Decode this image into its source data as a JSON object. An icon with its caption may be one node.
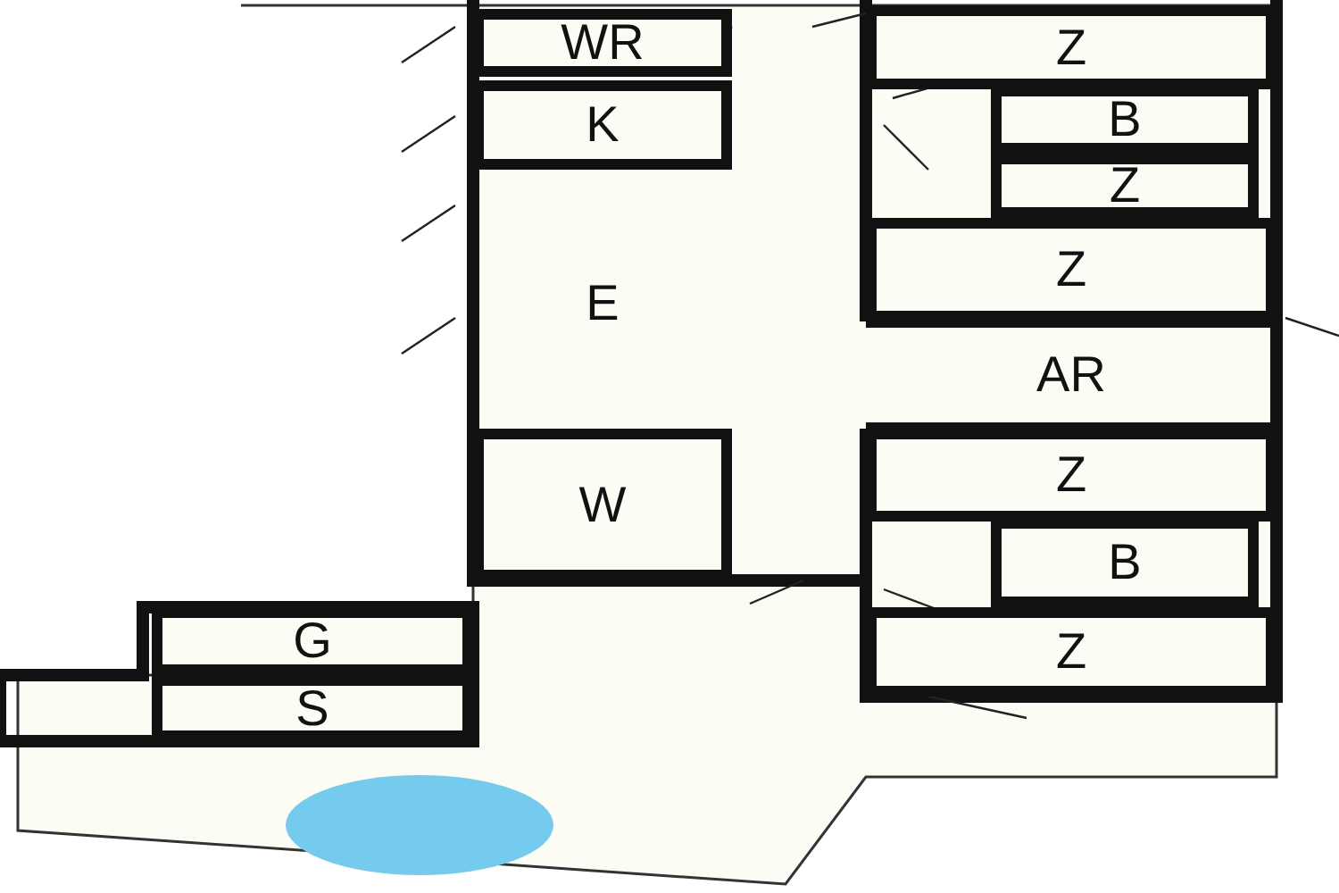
{
  "diagram": {
    "nodes": [
      {
        "text": [
          "WR"
        ]
      },
      {
        "text": [
          "Z"
        ]
      },
      {
        "text": [
          "B"
        ]
      },
      {
        "text": [
          "K"
        ]
      },
      {
        "text": [
          "Z"
        ]
      },
      {
        "text": [
          "E"
        ]
      },
      {
        "text": [
          "Z"
        ]
      },
      {
        "text": [
          "AR"
        ]
      },
      {
        "text": [
          "Z"
        ]
      },
      {
        "text": [
          "W"
        ]
      },
      {
        "text": [
          "B"
        ]
      },
      {
        "text": [
          "G"
        ]
      },
      {
        "text": [
          "Z"
        ]
      },
      {
        "text": [
          "S"
        ]
      }
    ]
  }
}
